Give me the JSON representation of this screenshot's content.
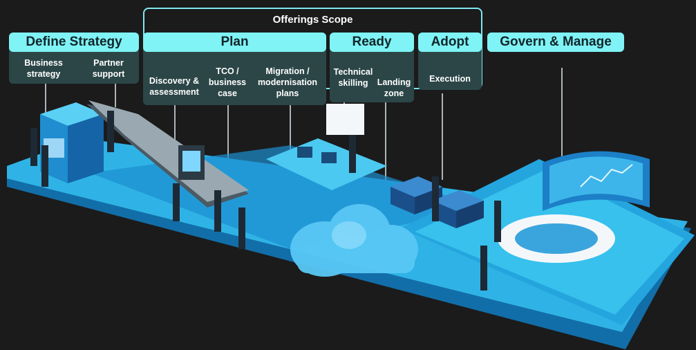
{
  "scope": {
    "title": "Offerings Scope"
  },
  "phases": {
    "define_strategy": {
      "label": "Define Strategy",
      "items": [
        "Business strategy",
        "Partner support"
      ]
    },
    "plan": {
      "label": "Plan",
      "items": [
        "Discovery & assessment",
        "TCO / business case",
        "Migration / modernisation plans"
      ]
    },
    "ready": {
      "label": "Ready",
      "items": [
        "Technical skilling",
        "Landing zone"
      ]
    },
    "adopt": {
      "label": "Adopt",
      "items": [
        "Execution"
      ]
    },
    "govern_manage": {
      "label": "Govern & Manage",
      "items": []
    }
  },
  "colors": {
    "background": "#1b1b1b",
    "pill": "#7ff3f5",
    "panel": "#2c4647",
    "platform_top": "#2fb3e6",
    "platform_side": "#126ea8"
  }
}
